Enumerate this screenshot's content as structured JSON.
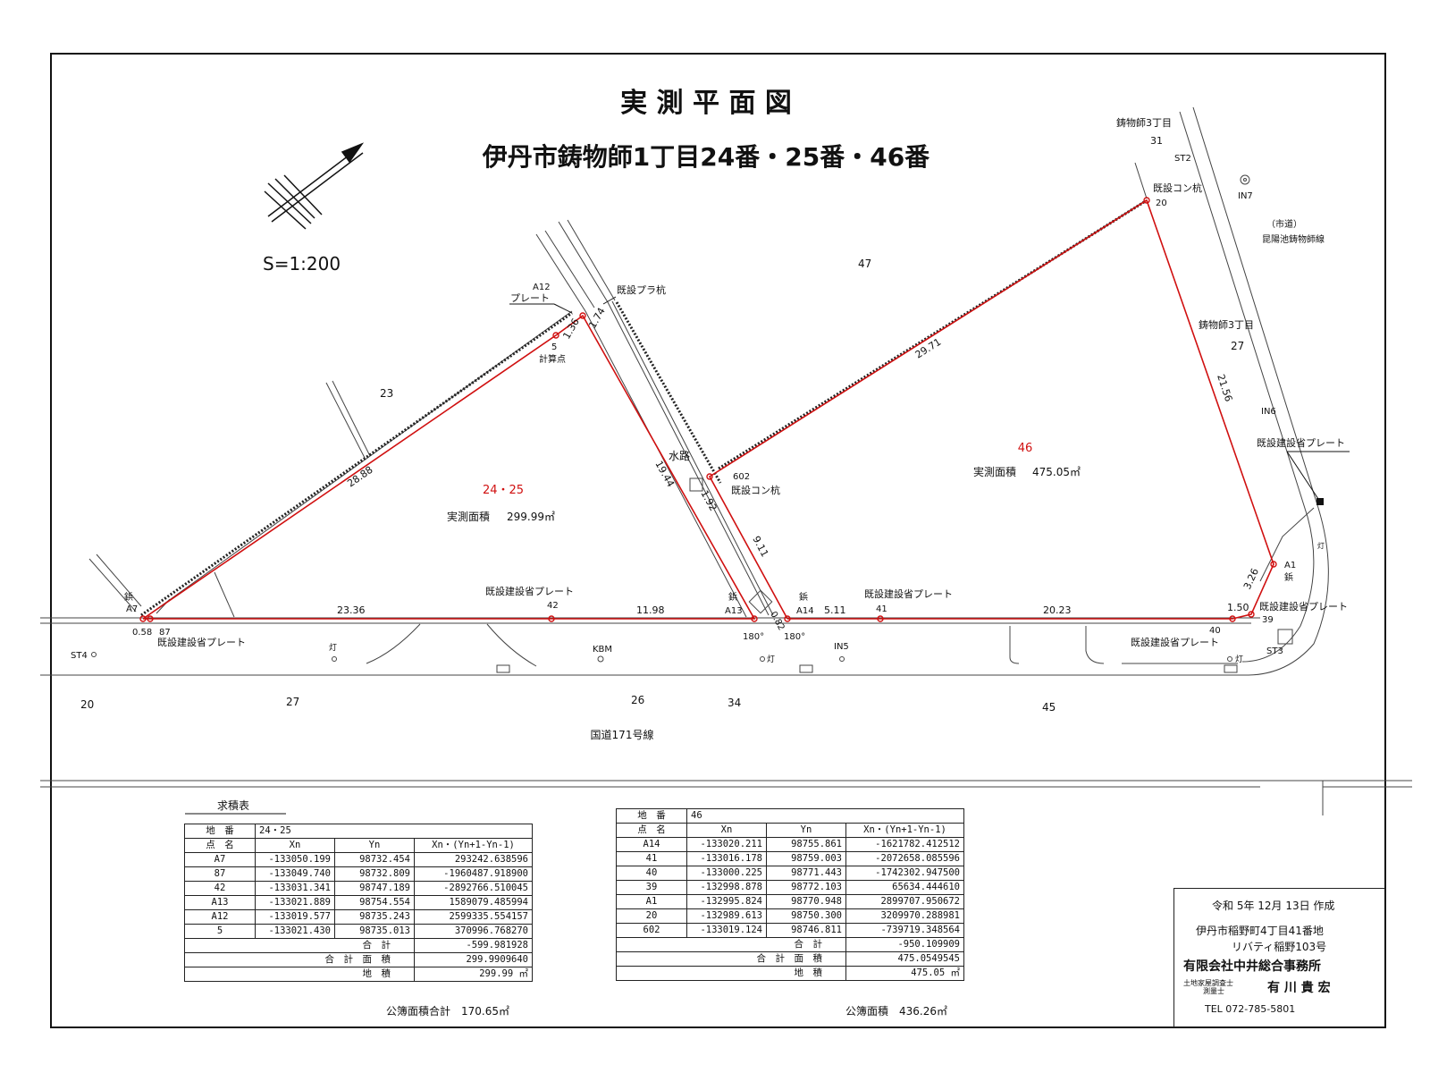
{
  "title": {
    "main": "実 測 平 面 図",
    "sub": "伊丹市鋳物師1丁目24番・25番・46番"
  },
  "scale": "S=1:200",
  "parcels": [
    {
      "id": "24・25",
      "area_label": "実測面積",
      "area": "299.99㎡"
    },
    {
      "id": "46",
      "area_label": "実測面積",
      "area": "475.05㎡"
    }
  ],
  "lots": {
    "n23": "23",
    "n47": "47",
    "n27a": "27",
    "n27b": "27",
    "n20": "20",
    "n26": "26",
    "n34": "34",
    "n45": "45",
    "n31": "31"
  },
  "roads": {
    "national": "国道171号線",
    "city_a": "（市道）",
    "city_b": "昆陽池鋳物師線",
    "town_a": "鋳物師3丁目",
    "town_b": "鋳物師3丁目",
    "waterway": "水路"
  },
  "dims": {
    "d2888": "28.88",
    "d1944": "19.44",
    "d2971": "29.71",
    "d2156": "21.56",
    "d2336": "23.36",
    "d1198": "11.98",
    "d511": "5.11",
    "d2023": "20.23",
    "d150": "1.50",
    "d326": "3.26",
    "d911": "9.11",
    "d192": "1.92",
    "d136": "1.36",
    "d174": "1.74",
    "d058": "0.58",
    "d082": "0.82"
  },
  "points": {
    "A12": "A12",
    "plate": "プレート",
    "p5": "5",
    "calc": "計算点",
    "pura": "既設プラ杭",
    "p602": "602",
    "kon602": "既設コン杭",
    "p20": "20",
    "kon20": "既設コン杭",
    "A7": "A7",
    "A7kind": "鋲",
    "p87": "87",
    "A13": "A13",
    "A13kind": "鋲",
    "A14": "A14",
    "A14kind": "鋲",
    "ang1": "180°",
    "ang2": "180°",
    "p42": "42",
    "p41": "41",
    "p40": "40",
    "p39": "39",
    "A1": "A1",
    "A1kind": "鋲",
    "plate42": "既設建設省プレート",
    "plate41": "既設建設省プレート",
    "plate87": "既設建設省プレート",
    "plate40": "既設建設省プレート",
    "plate39": "既設建設省プレート",
    "plateIN6": "既設建設省プレート",
    "ST2": "ST2",
    "ST3": "ST3",
    "ST4": "ST4",
    "IN5": "IN5",
    "IN6": "IN6",
    "IN7": "IN7",
    "KBM": "KBM",
    "lamp1": "灯",
    "lamp2": "灯",
    "lamp3": "灯",
    "lamp4": "灯"
  },
  "calc_title": "求積表",
  "table1": {
    "lot_label": "地　番",
    "lot": "24・25",
    "headers": [
      "点　名",
      "Xn",
      "Yn",
      "Xn・(Yn+1-Yn-1)"
    ],
    "rows": [
      [
        "A7",
        "-133050.199",
        "98732.454",
        "293242.638596"
      ],
      [
        "87",
        "-133049.740",
        "98732.809",
        "-1960487.918900"
      ],
      [
        "42",
        "-133031.341",
        "98747.189",
        "-2892766.510045"
      ],
      [
        "A13",
        "-133021.889",
        "98754.554",
        "1589079.485994"
      ],
      [
        "A12",
        "-133019.577",
        "98735.243",
        "2599335.554157"
      ],
      [
        "5",
        "-133021.430",
        "98735.013",
        "370996.768270"
      ]
    ],
    "sum_label": "合　計",
    "sum": "-599.981928",
    "area_label": "合　計　面　積",
    "area": "299.9909640",
    "chiseki_label": "地　積",
    "chiseki": "299.99 ㎡",
    "public_label": "公簿面積合計",
    "public": "170.65㎡"
  },
  "table2": {
    "lot_label": "地　番",
    "lot": "46",
    "headers": [
      "点　名",
      "Xn",
      "Yn",
      "Xn・(Yn+1-Yn-1)"
    ],
    "rows": [
      [
        "A14",
        "-133020.211",
        "98755.861",
        "-1621782.412512"
      ],
      [
        "41",
        "-133016.178",
        "98759.003",
        "-2072658.085596"
      ],
      [
        "40",
        "-133000.225",
        "98771.443",
        "-1742302.947500"
      ],
      [
        "39",
        "-132998.878",
        "98772.103",
        "65634.444610"
      ],
      [
        "A1",
        "-132995.824",
        "98770.948",
        "2899707.950672"
      ],
      [
        "20",
        "-132989.613",
        "98750.300",
        "3209970.288981"
      ],
      [
        "602",
        "-133019.124",
        "98746.811",
        "-739719.348564"
      ]
    ],
    "sum_label": "合　計",
    "sum": "-950.109909",
    "area_label": "合　計　面　積",
    "area": "475.0549545",
    "chiseki_label": "地　積",
    "chiseki": "475.05 ㎡",
    "public_label": "公簿面積",
    "public": "436.26㎡"
  },
  "info": {
    "date": "令和 5年 12月 13日 作成",
    "addr1": "伊丹市稲野町4丁目41番地",
    "addr2": "リバティ稲野103号",
    "company": "有限会社中井総合事務所",
    "qual1": "土地家屋調査士",
    "qual2": "測量士",
    "person": "有 川 貴 宏",
    "tel": "TEL 072-785-5801"
  },
  "colors": {
    "boundary": "#d01010",
    "line": "#222222"
  }
}
